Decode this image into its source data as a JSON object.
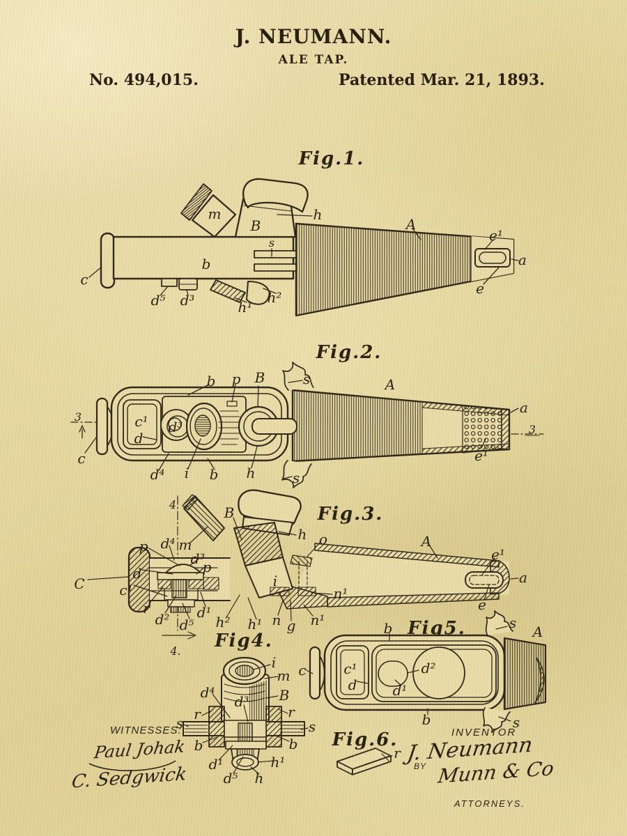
{
  "header": {
    "applicant": "J. NEUMANN.",
    "title": "ALE TAP.",
    "patent_number": "No. 494,015.",
    "patent_date": "Patented Mar. 21, 1893."
  },
  "figures": {
    "fig1": {
      "caption": "Fig.1.",
      "labels": {
        "m": "m",
        "B": "B",
        "h": "h",
        "A": "A",
        "e1": "e¹",
        "a": "a",
        "e": "e",
        "s": "s",
        "b": "b",
        "c": "c",
        "d5": "d⁵",
        "d3": "d³",
        "h1": "h¹",
        "h2": "h²"
      }
    },
    "fig2": {
      "caption": "Fig.2.",
      "labels": {
        "b_top": "b",
        "p": "p",
        "B": "B",
        "s_top": "s",
        "A": "A",
        "a": "a",
        "sec3_right": "3",
        "e1": "e¹",
        "sec3_left": "3",
        "c": "c",
        "c1": "c¹",
        "d": "d",
        "d3": "d³",
        "d4": "d⁴",
        "i": "i",
        "b_bottom": "b",
        "h": "h",
        "s_bottom": "s"
      }
    },
    "fig3": {
      "caption": "Fig.3.",
      "labels": {
        "sec4_top": "4",
        "B": "B",
        "h": "h",
        "o": "o",
        "A": "A",
        "e1": "e¹",
        "a": "a",
        "e": "e",
        "n1_upper": "n¹",
        "n1_lower": "n¹",
        "n": "n",
        "g": "g",
        "h1": "h¹",
        "h2": "h²",
        "i": "i",
        "p_top": "p",
        "d4": "d⁴",
        "m": "m",
        "d3": "d³",
        "p_mid": "p",
        "d": "d",
        "C": "C",
        "c1": "c¹",
        "r": "r",
        "d2": "d²",
        "d5": "d⁵",
        "d1": "d¹",
        "sec4_bottom": "4."
      }
    },
    "fig4": {
      "caption": "Fig4.",
      "labels": {
        "i": "i",
        "m": "m",
        "B": "B",
        "d4": "d⁴",
        "d3": "d³",
        "r_left": "r",
        "r_right": "r",
        "s_left": "s",
        "s_right": "s",
        "b_left": "b",
        "b_right": "b",
        "d1": "d¹",
        "d5": "d⁵",
        "h1": "h¹",
        "h": "h"
      }
    },
    "fig5": {
      "caption": "Fig5.",
      "labels": {
        "b_top": "b",
        "s_top": "s",
        "A": "A",
        "c": "c",
        "c1": "c¹",
        "d": "d",
        "d2": "d²",
        "d1": "d¹",
        "b_bottom": "b",
        "s_bottom": "s"
      }
    },
    "fig6": {
      "caption": "Fig.6.",
      "labels": {
        "r": "r"
      }
    }
  },
  "witnesses": {
    "heading": "WITNESSES:",
    "signature1": "Paul Johak",
    "signature2": "C. Sedgwick"
  },
  "inventor": {
    "heading": "INVENTOR",
    "signature": "J. Neumann",
    "by_label": "BY",
    "firm_signature": "Munn & Co",
    "attorneys_label": "ATTORNEYS."
  }
}
